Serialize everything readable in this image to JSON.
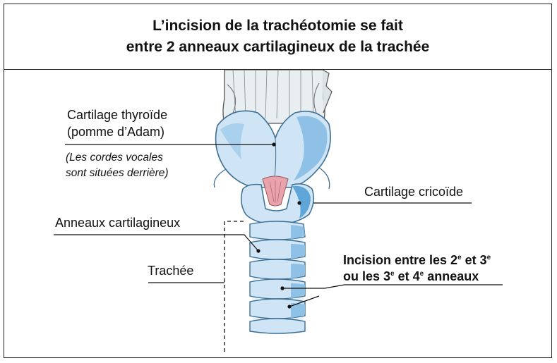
{
  "header": {
    "title_line1": "L’incision de la trachéotomie se fait",
    "title_line2": "entre 2 anneaux cartilagineux de la trachée"
  },
  "labels": {
    "thyroid_line1": "Cartilage thyroïde",
    "thyroid_line2": "(pomme d’Adam)",
    "vocal_note_line1": "(Les cordes vocales",
    "vocal_note_line2": "sont situées derrière)",
    "cricoid": "Cartilage cricoïde",
    "rings": "Anneaux cartilagineux",
    "trachea": "Trachée",
    "incision_line1_a": "Incision entre les 2",
    "incision_line1_sup1": "e",
    "incision_line1_b": " et 3",
    "incision_line1_sup2": "e",
    "incision_line2_a": "ou les 3",
    "incision_line2_sup1": "e",
    "incision_line2_b": " et 4",
    "incision_line2_sup2": "e",
    "incision_line2_c": " anneaux"
  },
  "colors": {
    "cartilage_fill": "#cfe4f5",
    "cartilage_shade": "#8fc1e6",
    "cartilage_dark": "#5fa5d8",
    "epiglottis_fill": "#e8edf0",
    "vocal_pink": "#e9a3ab"
  }
}
